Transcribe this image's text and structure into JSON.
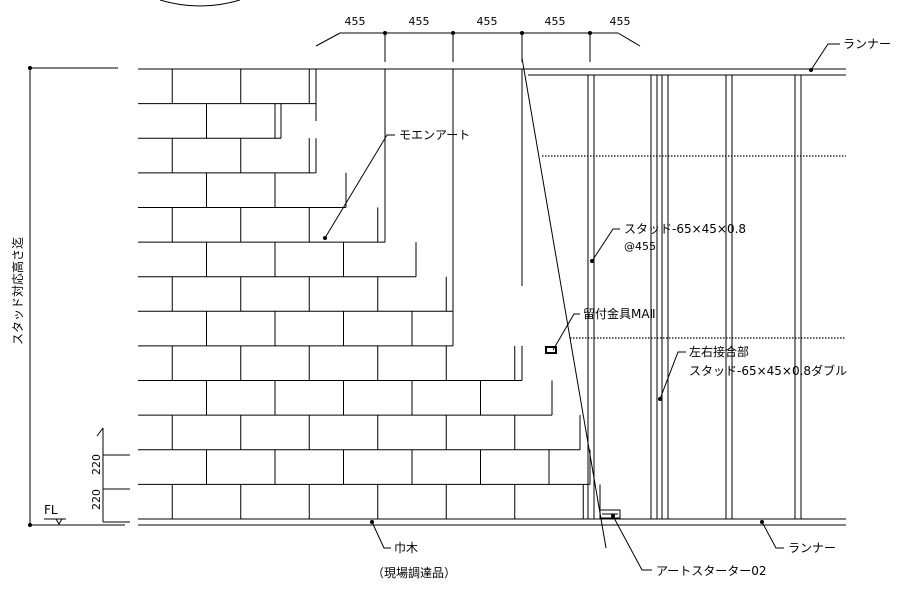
{
  "dimensions": {
    "top_spacings": [
      "455",
      "455",
      "455",
      "455",
      "455"
    ],
    "left_heights": [
      "220",
      "220"
    ],
    "fl_label": "FL"
  },
  "labels": {
    "runner_top": "ランナー",
    "moen_art": "モエンアート",
    "stud": "スタッド-65×45×0.8",
    "stud_pitch": "@455",
    "fastener": "留付金具MAⅡ",
    "joint_title": "左右接合部",
    "joint_stud": "スタッド-65×45×0.8ダブル",
    "runner_bottom": "ランナー",
    "skirting": "巾木",
    "skirting_note": "（現場調達品）",
    "art_starter": "アートスターター02",
    "stud_height": "スタッド対応高さ迄"
  }
}
